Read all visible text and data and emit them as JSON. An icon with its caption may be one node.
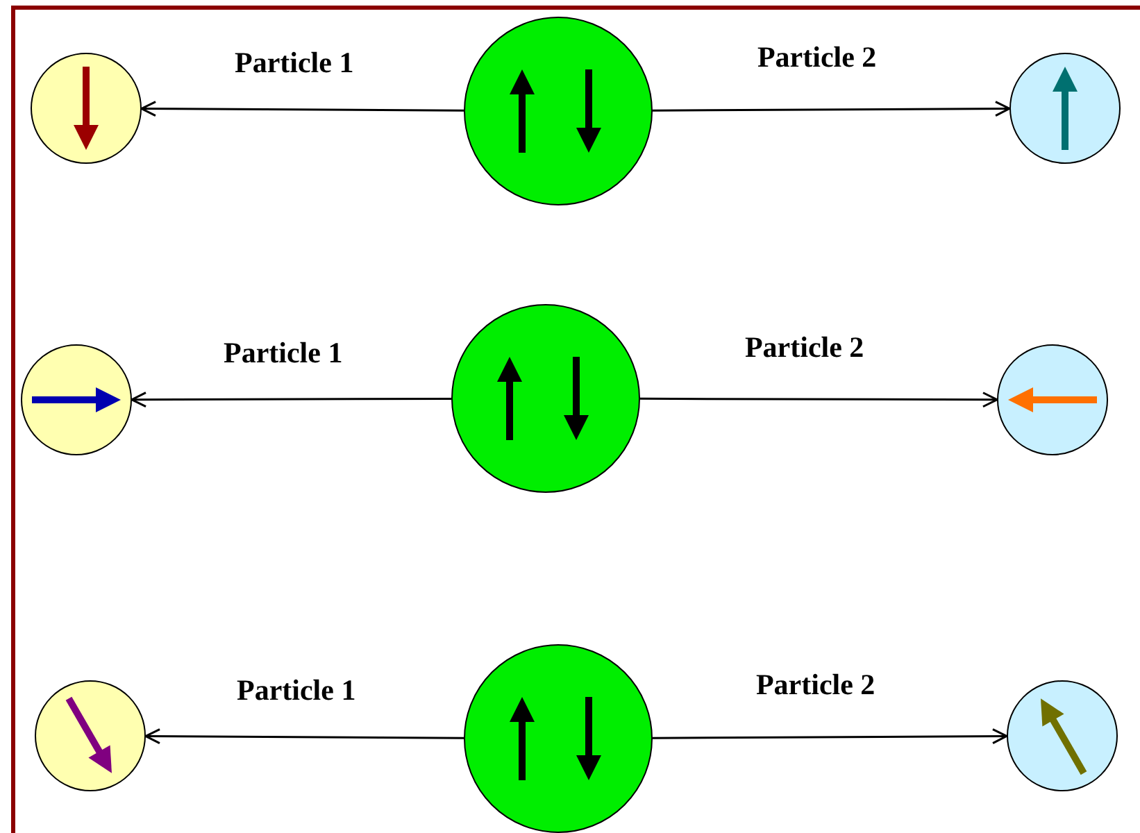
{
  "diagram": {
    "nodes": [
      {
        "text": [],
        "shape": "circle"
      },
      {
        "text": [],
        "shape": "circle"
      },
      {
        "text": [],
        "shape": "circle"
      },
      {
        "text": [],
        "shape": "circle"
      },
      {
        "text": [],
        "shape": "circle"
      },
      {
        "text": [],
        "shape": "circle"
      },
      {
        "text": [],
        "shape": "circle"
      },
      {
        "text": [],
        "shape": "circle"
      },
      {
        "text": [],
        "shape": "circle"
      }
    ],
    "edges": [
      {
        "from": 1,
        "to": 0,
        "arrow": "to",
        "label": "Particle 1"
      },
      {
        "from": 1,
        "to": 2,
        "arrow": "to",
        "label": "Particle 2"
      },
      {
        "from": 4,
        "to": 3,
        "arrow": "to",
        "label": "Particle 1"
      },
      {
        "from": 4,
        "to": 5,
        "arrow": "to",
        "label": "Particle 2"
      },
      {
        "from": 7,
        "to": 6,
        "arrow": "to",
        "label": "Particle 1"
      },
      {
        "from": 7,
        "to": 8,
        "arrow": "to",
        "label": "Particle 2"
      }
    ]
  }
}
